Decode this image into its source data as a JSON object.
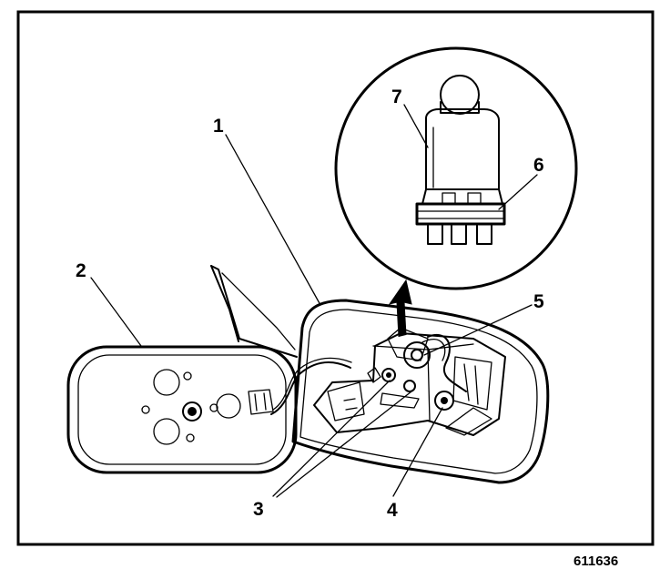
{
  "figure_id": "611636",
  "callouts": [
    {
      "id": "c1",
      "text": "1"
    },
    {
      "id": "c2",
      "text": "2"
    },
    {
      "id": "c3",
      "text": "3"
    },
    {
      "id": "c4",
      "text": "4"
    },
    {
      "id": "c5",
      "text": "5"
    },
    {
      "id": "c6",
      "text": "6"
    },
    {
      "id": "c7",
      "text": "7"
    }
  ]
}
